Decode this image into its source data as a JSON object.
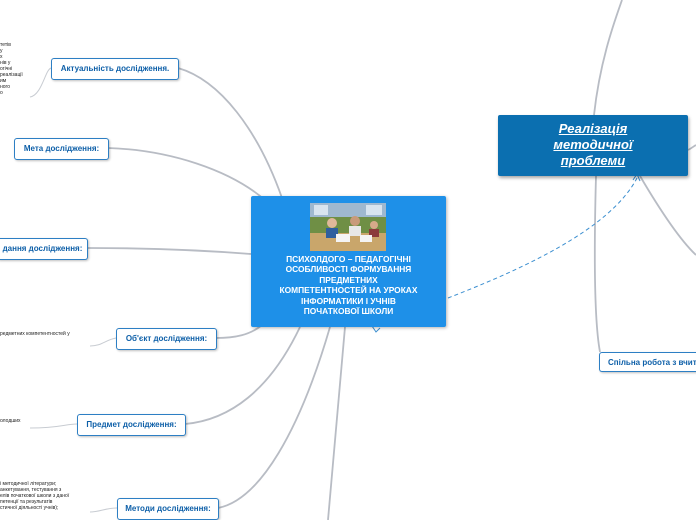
{
  "central_topic": {
    "text": "ПСИХОЛДОГО – ПЕДАГОГІЧНІ\nОСОБЛИВОСТІ ФОРМУВАННЯ\nПРЕДМЕТНИХ\nКОМПЕТЕНТНОСТЕЙ НА УРОКАХ\nІНФОРМАТИКИ І УЧНІВ\nПОЧАТКОВОЇ ШКОЛИ",
    "image": "classroom-photo"
  },
  "main_topic": {
    "text": "Реалізація\nметодичної\nпроблеми"
  },
  "nodes": {
    "aktualnist": "Актуальність дослідження.",
    "meta": "Мета дослідження:",
    "zavdannia": "дання дослідження:",
    "obiekt": "Об'єкт дослідження:",
    "predmet": "Предмет дослідження:",
    "metody": "Методи дослідження:",
    "spilna": "Спільна робота з вчит"
  },
  "snippets": {
    "aktualnist": "тетів\nу\nх\nнів у\nогічні\nреалізації\nим\nного\nо",
    "obiekt": "редметних компетентностей у",
    "predmet": "олодших",
    "metody": "і методичної літератури;\nанкетування, тестування з\nелів початкової школи з даної\nпетенції та результатів\nстичної діяльності учнів);"
  },
  "colors": {
    "central": "#1e90e8",
    "main": "#0b6fb0",
    "node_border": "#2d7fc4",
    "node_text": "#0d5fa8",
    "connector": "#b8bcc4",
    "dashed_link": "#3c8fd0"
  }
}
